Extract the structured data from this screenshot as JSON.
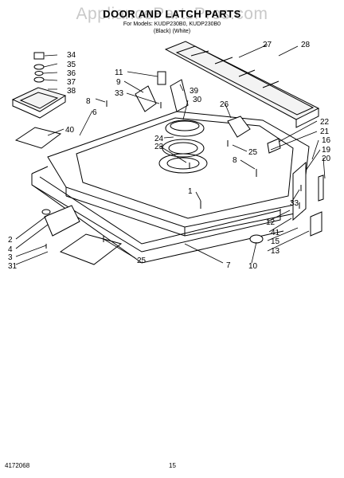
{
  "header": {
    "title": "DOOR AND LATCH PARTS",
    "models_line": "For Models: KUDP230B0, KUDP230B0",
    "colors_line": "(Black)      (White)",
    "watermark": "AppliancePartsPros.com"
  },
  "footer": {
    "doc_number": "4172068",
    "page_number": "15"
  },
  "callouts": {
    "c1": "1",
    "c2": "2",
    "c3": "3",
    "c4": "4",
    "c6": "6",
    "c7": "7",
    "c8a": "8",
    "c8b": "8",
    "c9": "9",
    "c10": "10",
    "c11": "11",
    "c12": "12",
    "c13": "13",
    "c15": "15",
    "c16": "16",
    "c19": "19",
    "c20": "20",
    "c21": "21",
    "c22": "22",
    "c23": "23",
    "c24": "24",
    "c25a": "25",
    "c25b": "25",
    "c26": "26",
    "c27": "27",
    "c28": "28",
    "c30": "30",
    "c31": "31",
    "c33a": "33",
    "c33b": "33",
    "c34": "34",
    "c35": "35",
    "c36": "36",
    "c37": "37",
    "c38": "38",
    "c39": "39",
    "c40": "40",
    "c41": "41"
  }
}
